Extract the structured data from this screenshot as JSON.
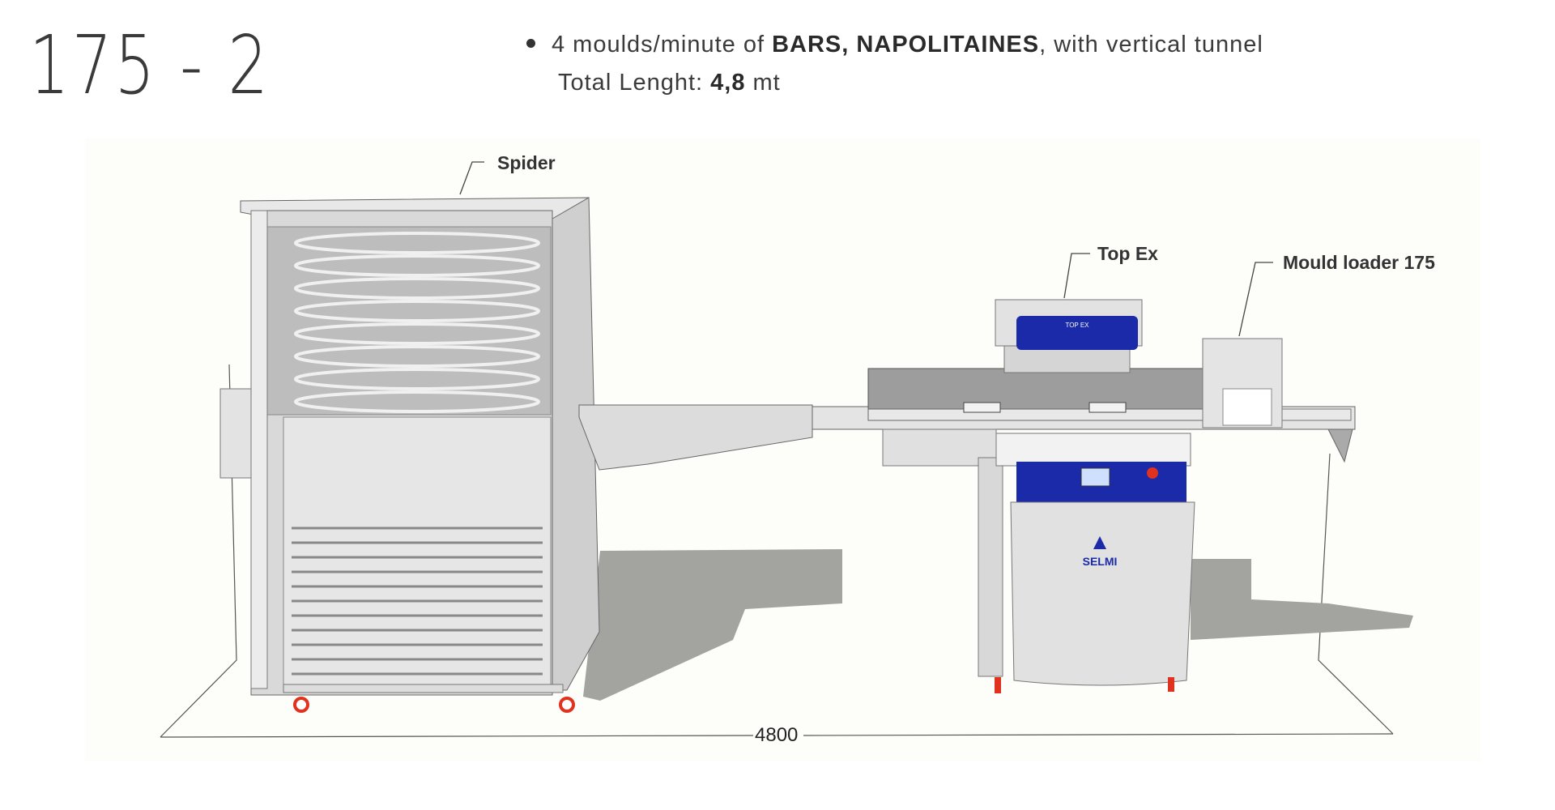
{
  "header": {
    "title": "175 - 2",
    "line1_prefix": "4 moulds/minute of ",
    "line1_bold": "BARS, NAPOLITAINES",
    "line1_suffix": ", with vertical tunnel",
    "line2_prefix": "Total Lenght: ",
    "line2_bold": "4,8",
    "line2_suffix": " mt"
  },
  "drawing": {
    "labels": {
      "spider": "Spider",
      "top_ex": "Top Ex",
      "mould_loader": "Mould loader 175"
    },
    "dimension": "4800",
    "panel_text": "TOP EX",
    "brand_logo": "SELMI",
    "colors": {
      "panel_blue": "#1a2aa8",
      "wheel_red": "#e0321e",
      "shadow": "#a3a39f"
    }
  }
}
